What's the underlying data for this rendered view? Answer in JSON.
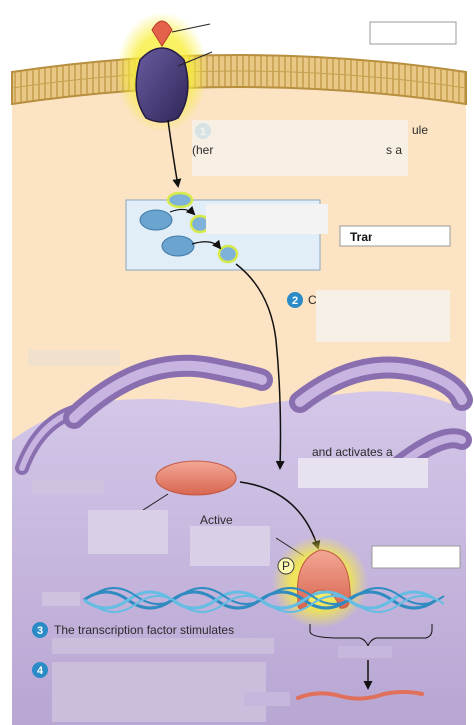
{
  "labels": {
    "step1_partial": "ule",
    "step1_partial2": "(her",
    "step1_partial3": "s a",
    "step2_partial": "C",
    "activates_partial": "and activates a",
    "active_partial": "Active",
    "phospho_marker": "P",
    "step1_number": "1",
    "step2_number": "2",
    "step3_number": "3",
    "step4_number": "4",
    "step3_text": "The transcription factor stimulates",
    "heading_translation": "Translation"
  },
  "colors": {
    "cytoplasm": "#fbe3c3",
    "nucleus": "#c2b2d9",
    "membrane": "#d2a956",
    "receptor": "#4a3c78",
    "ligand": "#e4614a",
    "protein": "#e88c77",
    "step_badge": "#2a8bc6",
    "dna_a": "#2f8bc0",
    "dna_b": "#66bde3",
    "mrna": "#e0705a",
    "kinase": "#7fb2d8",
    "highlight": "#f4ef3a"
  }
}
